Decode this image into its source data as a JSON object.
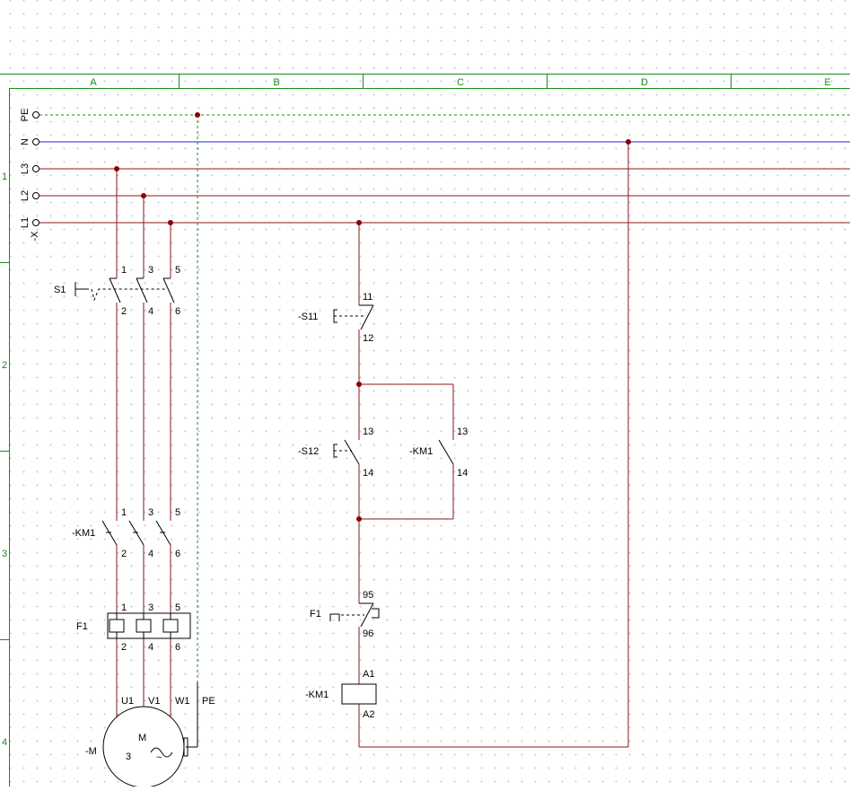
{
  "colors": {
    "frame": "#1a8c1a",
    "phase_wire": "#8b1a1a",
    "neutral_wire": "#2a2ad0",
    "pe_wire": "#1a8c1a",
    "junction": "#8b0000",
    "symbol": "#000000"
  },
  "frame": {
    "columns": [
      "A",
      "B",
      "C",
      "D",
      "E"
    ],
    "rows": [
      "1",
      "2",
      "3",
      "4"
    ]
  },
  "terminal": {
    "label": "-X",
    "rails": [
      "PE",
      "N",
      "L3",
      "L2",
      "L1"
    ]
  },
  "power_circuit": {
    "switch": {
      "label": "S1",
      "top": [
        "1",
        "3",
        "5"
      ],
      "bottom": [
        "2",
        "4",
        "6"
      ]
    },
    "contactor": {
      "label": "-KM1",
      "top": [
        "1",
        "3",
        "5"
      ],
      "bottom": [
        "2",
        "4",
        "6"
      ]
    },
    "overload": {
      "label": "F1",
      "top": [
        "1",
        "3",
        "5"
      ],
      "bottom": [
        "2",
        "4",
        "6"
      ]
    },
    "motor": {
      "label": "-M",
      "terminals": [
        "U1",
        "V1",
        "W1",
        "PE"
      ],
      "name": "M",
      "phases": "3",
      "symbol": "~"
    }
  },
  "control_circuit": {
    "stop_button": {
      "label": "-S11",
      "top": "11",
      "bottom": "12"
    },
    "start_button": {
      "label": "-S12",
      "top": "13",
      "bottom": "14"
    },
    "hold_contact": {
      "label": "-KM1",
      "top": "13",
      "bottom": "14"
    },
    "overload_contact": {
      "label": "F1",
      "top": "95",
      "bottom": "96"
    },
    "coil": {
      "label": "-KM1",
      "top": "A1",
      "bottom": "A2"
    }
  }
}
